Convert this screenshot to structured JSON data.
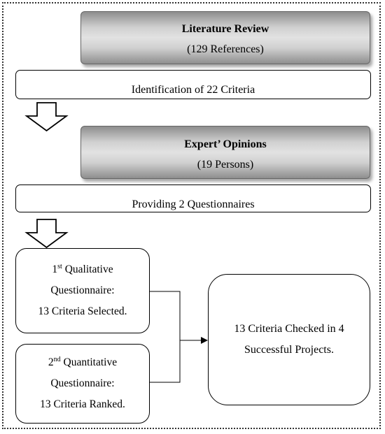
{
  "stage1": {
    "title": "Literature Review",
    "subtitle": "(129 References)"
  },
  "stage1_result": "Identification of 22 Criteria",
  "stage2": {
    "title": "Expert’ Opinions",
    "subtitle": "(19 Persons)"
  },
  "stage2_result": "Providing 2 Questionnaires",
  "questionnaire1": {
    "ordinal": "1",
    "ordinal_suffix": "st",
    "line1_rest": " Qualitative",
    "line2": "Questionnaire:",
    "line3": "13 Criteria Selected."
  },
  "questionnaire2": {
    "ordinal": "2",
    "ordinal_suffix": "nd",
    "line1_rest": " Quantitative",
    "line2": "Questionnaire:",
    "line3": "13 Criteria Ranked."
  },
  "result": {
    "line1": "13 Criteria Checked in 4",
    "line2": "Successful Projects."
  },
  "icons": {
    "flow_arrow": "down-arrow-icon",
    "connector_arrow": "right-arrowhead-icon"
  }
}
